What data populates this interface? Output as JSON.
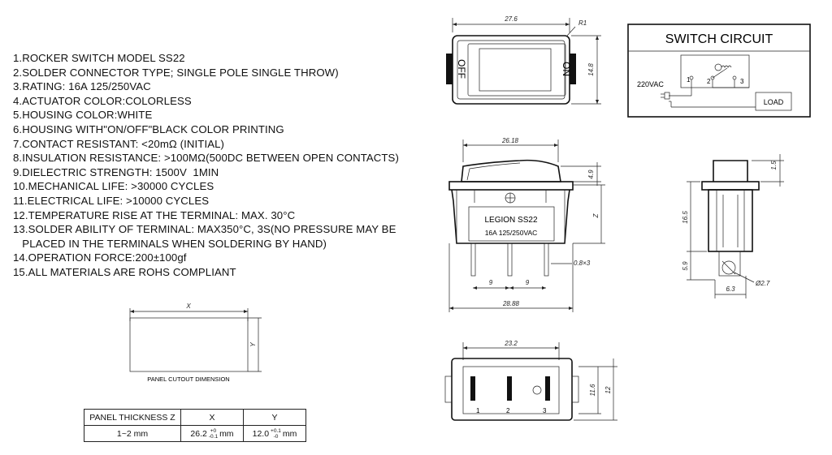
{
  "specs": [
    "1.ROCKER SWITCH MODEL SS22",
    "2.SOLDER CONNECTOR TYPE; SINGLE POLE SINGLE THROW)",
    "3.RATING: 16A 125/250VAC",
    "4.ACTUATOR COLOR:COLORLESS",
    "5.HOUSING COLOR:WHITE",
    "6.HOUSING WITH\"ON/OFF\"BLACK COLOR PRINTING",
    "7.CONTACT RESISTANT: <20mΩ (INITIAL)",
    "8.INSULATION RESISTANCE: >100MΩ(500DC BETWEEN OPEN CONTACTS)",
    "9.DIELECTRIC STRENGTH: 1500V  1MIN",
    "10.MECHANICAL LIFE: >30000 CYCLES",
    "11.ELECTRICAL LIFE: >10000 CYCLES",
    "12.TEMPERATURE RISE AT THE TERMINAL: MAX. 30°C",
    "13.SOLDER ABILITY OF TERMINAL: MAX350°C, 3S(NO PRESSURE MAY BE",
    "   PLACED IN THE TERMINALS WHEN SOLDERING BY HAND)",
    "14.OPERATION FORCE:200±100gf",
    "15.ALL MATERIALS ARE ROHS COMPLIANT"
  ],
  "top_view": {
    "width": "27.6",
    "height": "14.8",
    "radius": "R1",
    "off": "OFF",
    "on": "ON"
  },
  "switch_circuit": {
    "title": "SWITCH CIRCUIT",
    "voltage": "220VAC",
    "pin1": "1",
    "pin2": "2",
    "pin3": "3",
    "load": "LOAD"
  },
  "front_view": {
    "top_width": "26.18",
    "actuator_height": "4.9",
    "z": "Z",
    "brand": "LEGION  SS22",
    "rating": "16A 125/250VAC",
    "pin_width": "0.8×3",
    "spacing1": "9",
    "spacing2": "9",
    "total_width": "28.88"
  },
  "side_view": {
    "d1": "1.5",
    "d2": "16.5",
    "d3": "5.9",
    "d4": "6.3",
    "d5": "Ø2.7"
  },
  "bottom_view": {
    "width": "23.2",
    "h1": "11.6",
    "h2": "12",
    "p1": "1",
    "p2": "2",
    "p3": "3"
  },
  "cutout": {
    "x": "X",
    "y": "Y",
    "caption": "PANEL CUTOUT DIMENSION"
  },
  "panel_table": {
    "h1": "PANEL THICKNESS  Z",
    "h2": "X",
    "h3": "Y",
    "r1": "1~2 mm",
    "x_val": "26.2",
    "x_tol_up": "+0",
    "x_tol_dn": "-0.1",
    "x_unit": "mm",
    "y_val": "12.0",
    "y_tol_up": "+0.1",
    "y_tol_dn": "-0",
    "y_unit": "mm"
  }
}
